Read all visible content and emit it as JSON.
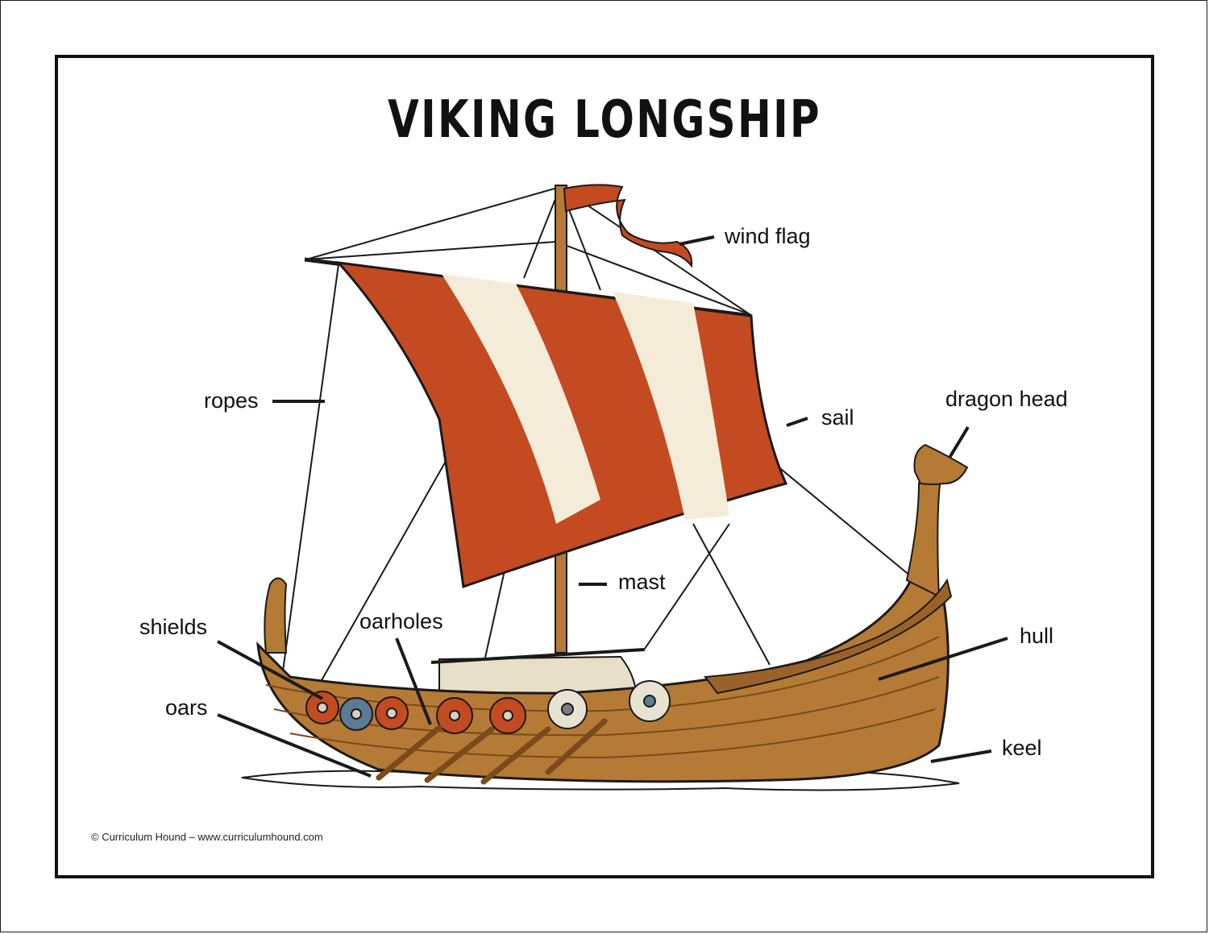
{
  "title": "VIKING LONGSHIP",
  "labels": {
    "wind_flag": "wind flag",
    "ropes": "ropes",
    "sail": "sail",
    "dragon_head": "dragon head",
    "mast": "mast",
    "shields": "shields",
    "oarholes": "oarholes",
    "hull": "hull",
    "oars": "oars",
    "keel": "keel"
  },
  "credit": "© Curriculum Hound – www.curriculumhound.com",
  "colors": {
    "sail_red": "#c44a22",
    "sail_cream": "#f4ecd8",
    "hull_wood": "#b57a35",
    "hull_dark": "#7a4a1c",
    "outline": "#1a1a1a"
  }
}
